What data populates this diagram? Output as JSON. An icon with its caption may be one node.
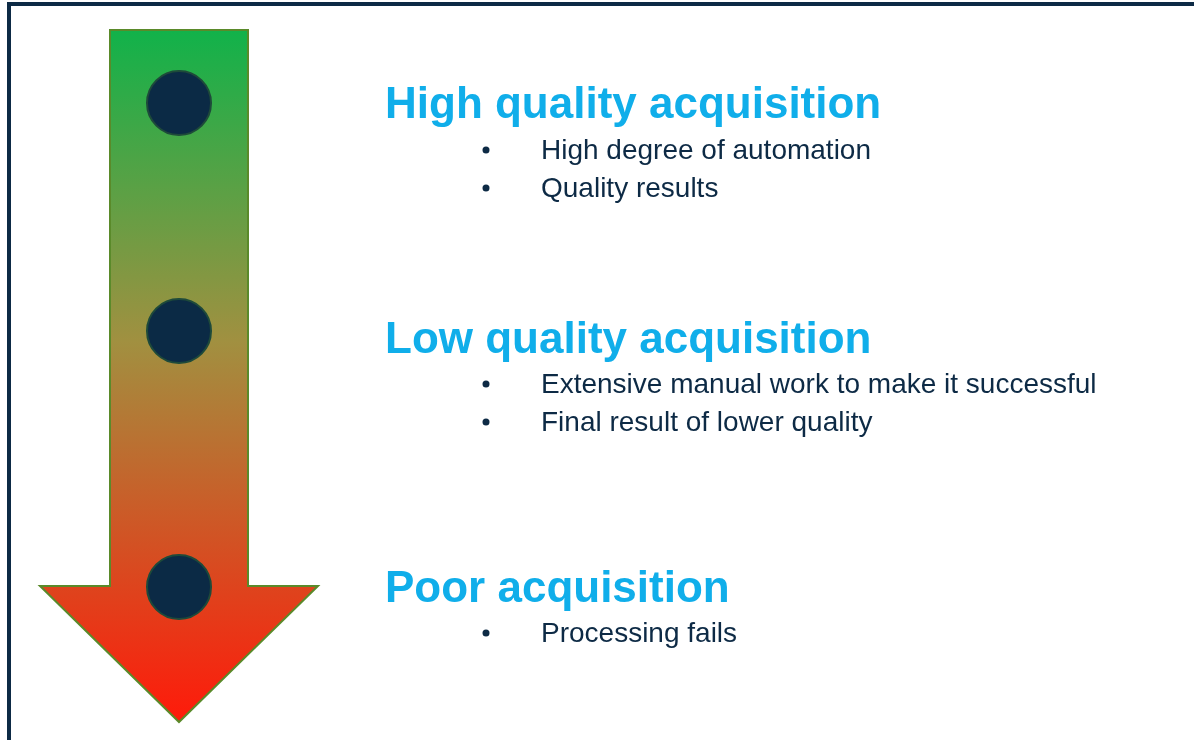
{
  "diagram": {
    "nodes": [
      {
        "text": [],
        "shape": "circle"
      },
      {
        "text": [],
        "shape": "circle"
      },
      {
        "text": [],
        "shape": "circle"
      }
    ],
    "labels": [
      "High quality acquisition",
      "High degree of automation",
      "Quality results",
      "Low quality acquisition",
      "Extensive manual work to make it successful",
      "Final result of lower quality",
      "Poor acquisition",
      "Processing fails"
    ]
  }
}
